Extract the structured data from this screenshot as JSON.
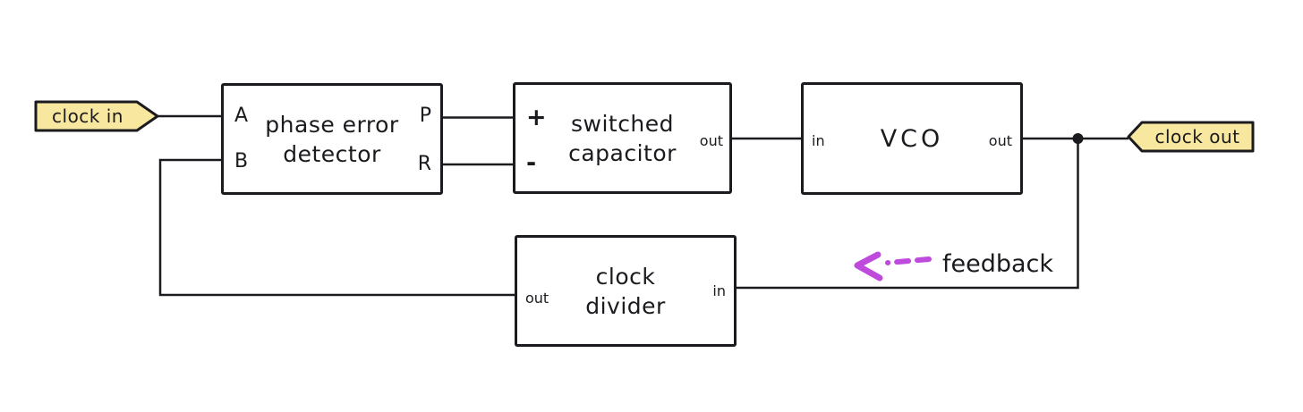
{
  "diagram": {
    "tags": {
      "clock_in": "clock in",
      "clock_out": "clock out"
    },
    "blocks": {
      "phase_error_detector": {
        "title_line1": "phase error",
        "title_line2": "detector",
        "ports": {
          "a": "A",
          "b": "B",
          "p": "P",
          "r": "R"
        }
      },
      "switched_capacitor": {
        "title_line1": "switched",
        "title_line2": "capacitor",
        "ports": {
          "plus": "+",
          "minus": "-",
          "out": "out"
        }
      },
      "vco": {
        "title": "VCO",
        "ports": {
          "in": "in",
          "out": "out"
        }
      },
      "clock_divider": {
        "title_line1": "clock",
        "title_line2": "divider",
        "ports": {
          "out": "out",
          "in": "in"
        }
      }
    },
    "annotations": {
      "feedback": "feedback"
    },
    "colors": {
      "stroke": "#1b1b1f",
      "tag_fill": "#f8e79e",
      "feedback_arrow": "#be4bdb",
      "background": "#ffffff"
    }
  }
}
